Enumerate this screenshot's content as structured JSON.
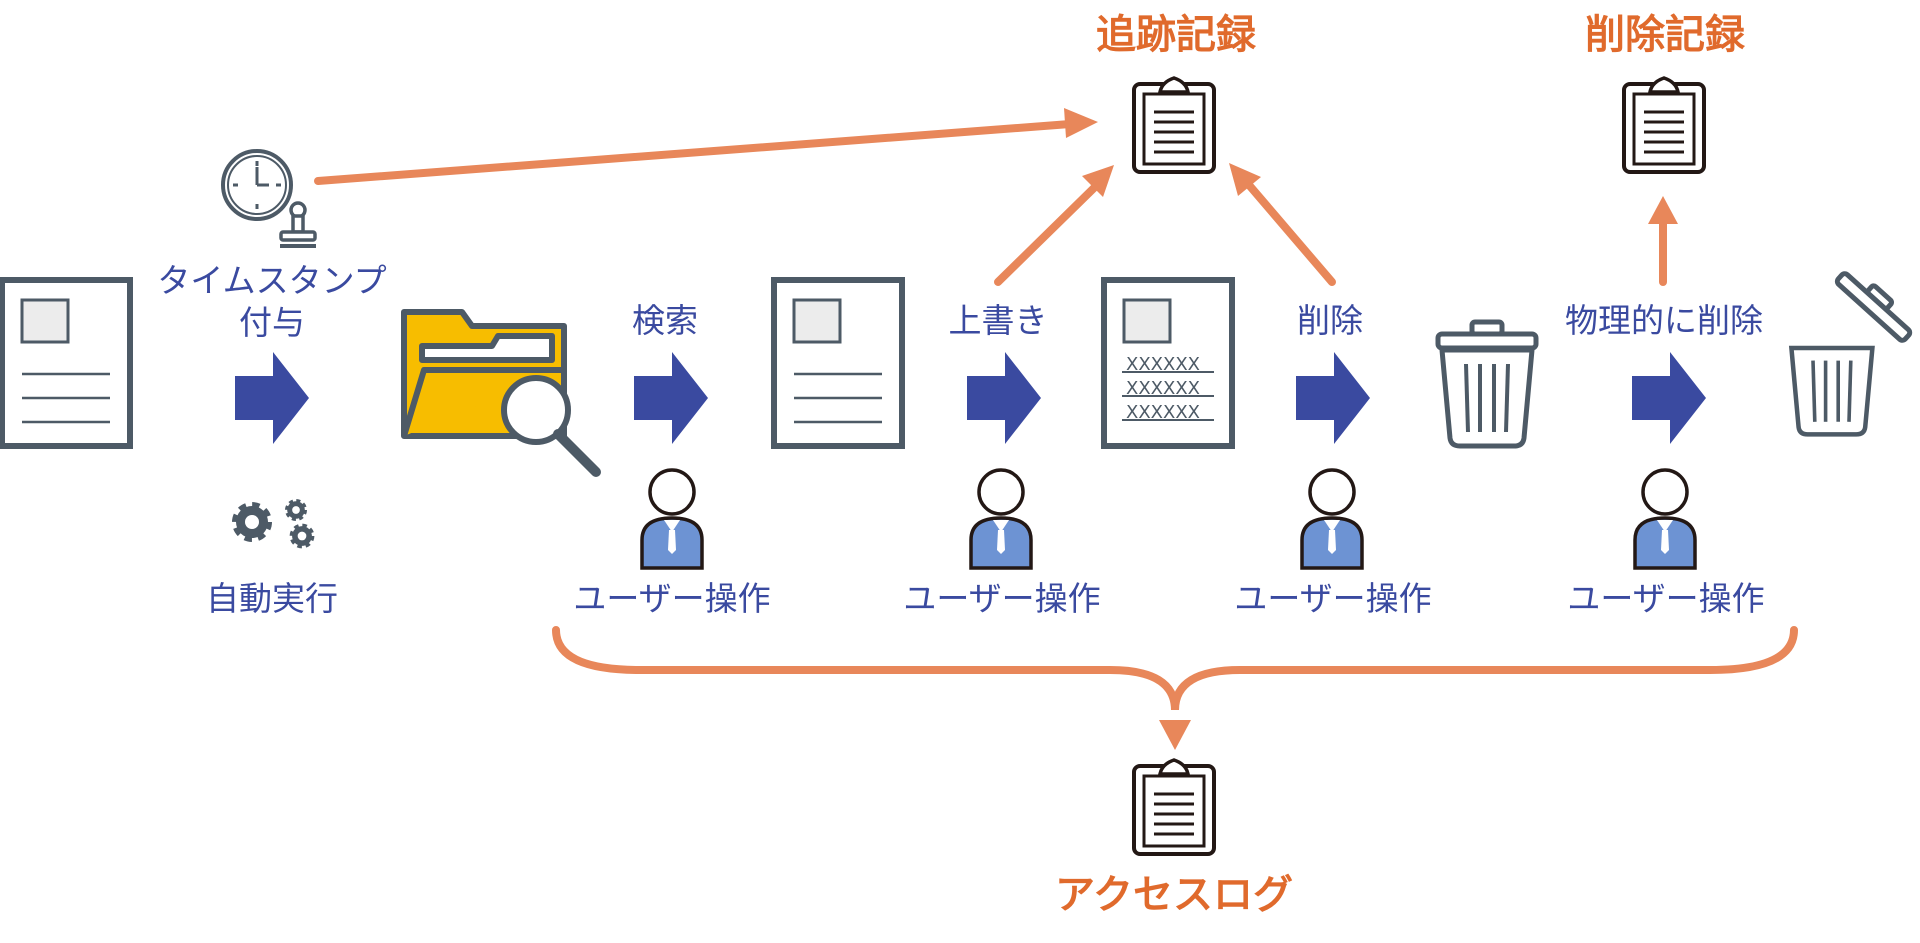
{
  "labels": {
    "timestamp": "タイムスタンプ",
    "timestamp_sub": "付与",
    "auto_exec": "自動実行",
    "search": "検索",
    "overwrite": "上書き",
    "delete": "削除",
    "physical_delete": "物理的に削除",
    "user_op_1": "ユーザー操作",
    "user_op_2": "ユーザー操作",
    "user_op_3": "ユーザー操作",
    "user_op_4": "ユーザー操作",
    "tracking_record": "追跡記録",
    "deletion_record": "削除記録",
    "access_log": "アクセスログ",
    "doc_x1": "XXXXXX",
    "doc_x2": "XXXXXX",
    "doc_x3": "XXXXXX"
  },
  "icons": {
    "clock": "clock-icon",
    "stamp": "stamp-icon",
    "gears": "gears-icon",
    "folder_search": "folder-search-icon",
    "document": "document-icon",
    "user": "user-icon",
    "trash": "trash-icon",
    "clipboard": "clipboard-icon"
  },
  "colors": {
    "blue_arrow": "#3a4aa0",
    "orange": "#e8875a",
    "orange_text": "#e06a2c",
    "icon_gray": "#4d5a66",
    "folder_yellow": "#f7bd00",
    "user_blue": "#6d93d3"
  }
}
